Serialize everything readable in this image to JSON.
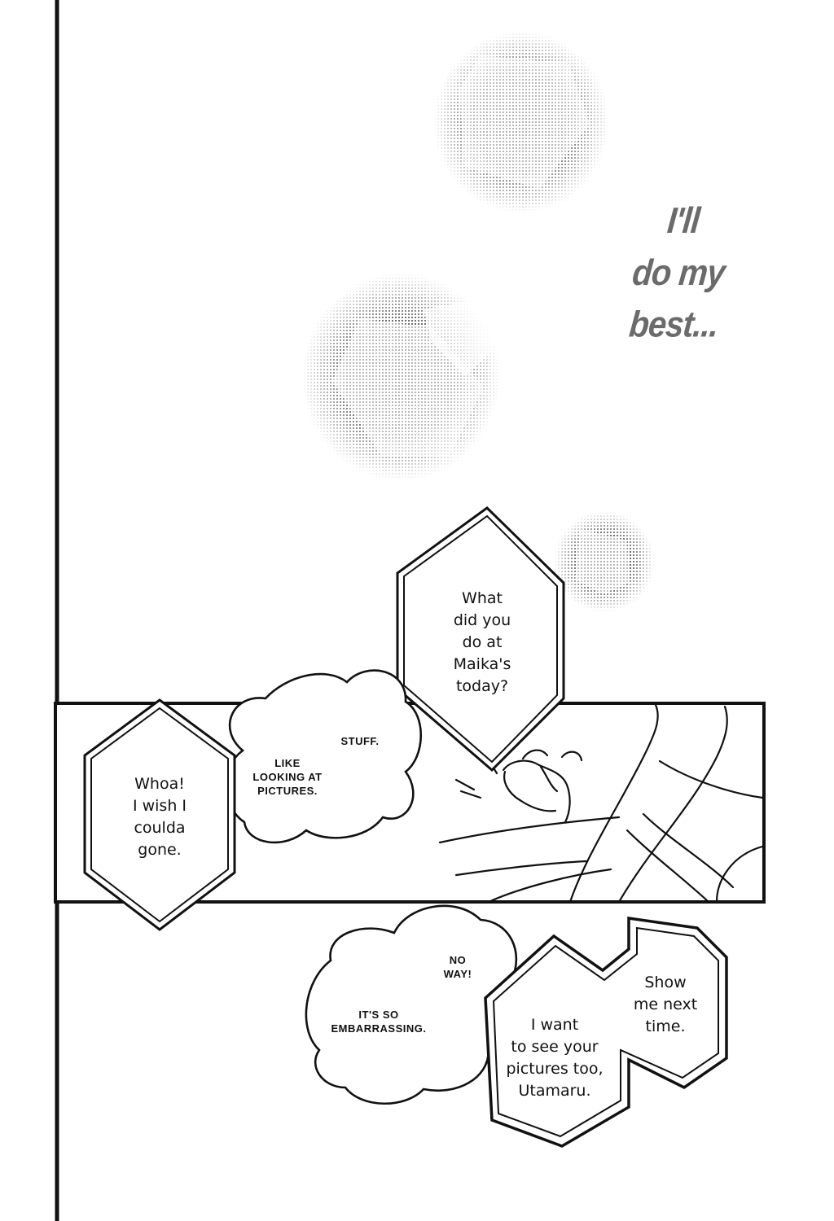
{
  "narration": {
    "text": "I'll\ndo my\nbest..."
  },
  "balloons": {
    "what_did_you_do": "What\ndid you\ndo at\nMaika's\ntoday?",
    "stuff": "STUFF.",
    "like_looking": "LIKE\nLOOKING AT\nPICTURES.",
    "whoa": "Whoa!\nI wish I\ncoulda\ngone.",
    "no_way": "NO\nWAY!",
    "embarrassing": "IT'S SO\nEMBARRASSING.",
    "show_me": "Show\nme next\ntime.",
    "i_want": "I want\nto see your\npictures too,\nUtamaru."
  },
  "colors": {
    "ink": "#111111",
    "narration": "#6b6b6b",
    "paper": "#ffffff",
    "screentone": "#222222"
  }
}
